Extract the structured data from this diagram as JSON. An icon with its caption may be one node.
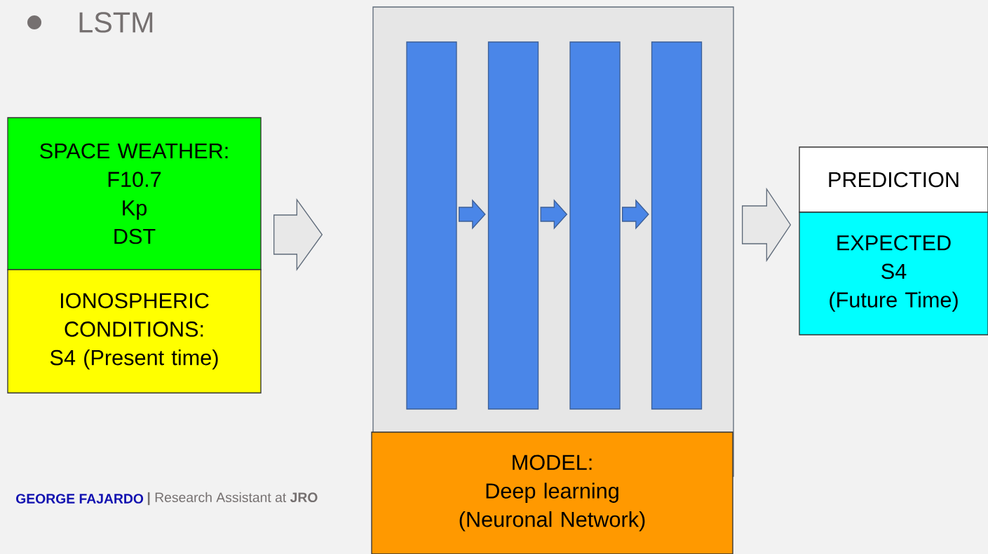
{
  "diagram": {
    "nodes": [
      {
        "text": [
          "SPACE WEATHER:",
          "F10.7",
          "Kp",
          "DST"
        ]
      },
      {
        "text": [
          "IONOSPHERIC CONDITIONS:",
          "S4 (Present time)"
        ]
      },
      {
        "text": [],
        "shape": "box"
      },
      {
        "text": [],
        "shape": "bar",
        "in": 2
      },
      {
        "text": [],
        "shape": "bar",
        "in": 2
      },
      {
        "text": [],
        "shape": "bar",
        "in": 2
      },
      {
        "text": [],
        "shape": "bar",
        "in": 2
      },
      {
        "text": [
          "MODEL:",
          "Deep learning (Neuronal Network)"
        ]
      },
      {
        "text": [
          "PREDICTION"
        ]
      },
      {
        "text": [
          "EXPECTED",
          "S4",
          "(Future Time)"
        ]
      }
    ],
    "edges": [
      {
        "from": 0,
        "to": 2,
        "arrow": "to",
        "color": "#e8e8e8"
      },
      {
        "from": 3,
        "to": 4,
        "arrow": "to"
      },
      {
        "from": 4,
        "to": 5,
        "arrow": "to"
      },
      {
        "from": 5,
        "to": 6,
        "arrow": "to"
      },
      {
        "from": 2,
        "to": 9,
        "arrow": "to",
        "color": "#e8e8e8"
      }
    ],
    "labels": [
      "LSTM",
      "GEORGE FAJARDO",
      "**|** Research Assistant at **JRO**"
    ]
  }
}
